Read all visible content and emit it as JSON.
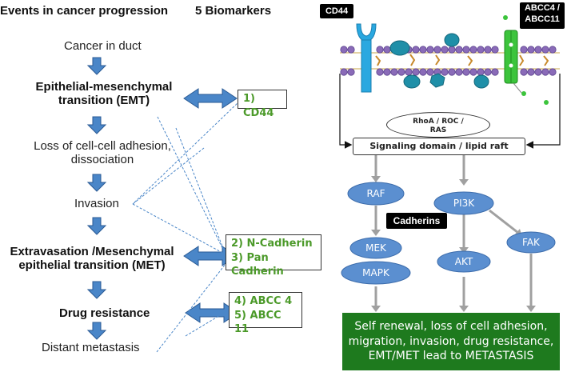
{
  "left": {
    "heading": "Events in cancer progression",
    "biomarkers_heading": "5 Biomarkers",
    "steps": [
      {
        "text": "Cancer in duct"
      },
      {
        "text": "Epithelial-mesenchymal",
        "text2": "transition (EMT)"
      },
      {
        "text": "Loss of cell-cell adhesion,",
        "text2": "dissociation"
      },
      {
        "text": "Invasion"
      },
      {
        "text": "Extravasation /Mesenchymal",
        "text2": "epithelial transition (MET)"
      },
      {
        "text": "Drug resistance"
      },
      {
        "text": "Distant metastasis"
      }
    ],
    "biomarkers": {
      "b1": "1) CD44",
      "b2": "2) N-Cadherin",
      "b3": "3) Pan Cadherin",
      "b4": "4) ABCC 4",
      "b5": "5) ABCC 11"
    }
  },
  "right": {
    "cd44_label": "CD44",
    "abcc_label_1": "ABCC4 /",
    "abcc_label_2": "ABCC11",
    "rhoa_line1": "RhoA / ROC /",
    "rhoa_line2": "RAS",
    "signaling": "Signaling domain / lipid raft",
    "cadherins": "Cadherins",
    "nodes": {
      "raf": "RAF",
      "pi3k": "PI3K",
      "mek": "MEK",
      "mapk": "MAPK",
      "akt": "AKT",
      "fak": "FAK"
    },
    "outcome": [
      "Self renewal, loss of cell adhesion,",
      "migration, invasion, drug resistance,",
      "EMT/MET lead to METASTASIS"
    ]
  },
  "colors": {
    "arrow_blue": "#4a86c8",
    "node_blue": "#5b8fd0",
    "green_text": "#4c9a2a",
    "outcome_green": "#1e7a1e",
    "membrane_purple": "#8a6bb8",
    "cd44_blue": "#2aa8e0",
    "abcc_green": "#3cc43c",
    "protein_teal": "#1f8fa8"
  }
}
